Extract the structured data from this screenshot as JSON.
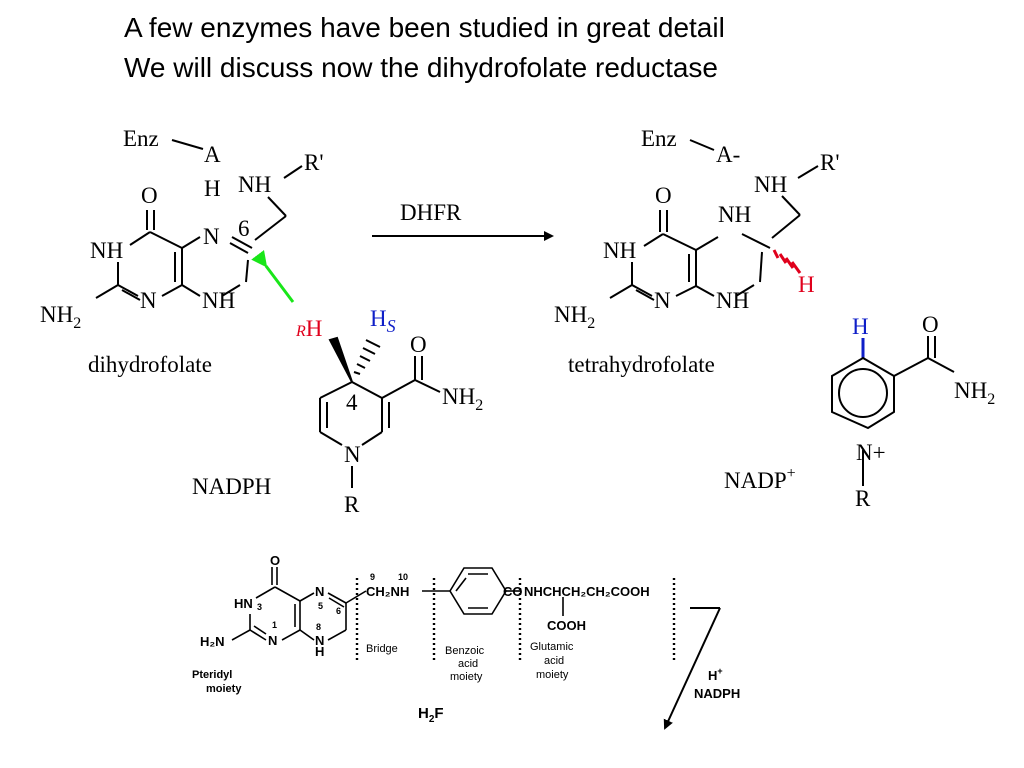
{
  "heading": {
    "line1": "A few enzymes have been studied in great detail",
    "line2": "We will discuss now the dihydrofolate reductase"
  },
  "reaction": {
    "arrow_label": "DHFR",
    "dihydrofolate": {
      "name": "dihydrofolate",
      "enz": "Enz",
      "acid_atom": "A",
      "acid_h": "H",
      "amine_nh": "NH",
      "r_prime": "R'",
      "carbonyl_o": "O",
      "n3h": "NH",
      "n5": "N",
      "c6_label": "6",
      "amine_group": "NH",
      "amine_sub": "2",
      "n1": "N",
      "n8h": "NH"
    },
    "nadph": {
      "name": "NADPH",
      "hr_prefix": "R",
      "hr_h": "H",
      "hs_h": "H",
      "hs_suffix": "S",
      "c4_label": "4",
      "carbonyl_o": "O",
      "amide": "NH",
      "amide_sub": "2",
      "ring_n": "N",
      "ring_r": "R"
    },
    "tetrahydrofolate": {
      "name": "tetrahydrofolate",
      "enz": "Enz",
      "acid_atom": "A-",
      "amine_nh": "NH",
      "r_prime": "R'",
      "carbonyl_o": "O",
      "n3h": "NH",
      "n5h": "NH",
      "new_h": "H",
      "amine_group": "NH",
      "amine_sub": "2",
      "n1": "N",
      "n8h": "NH"
    },
    "nadp": {
      "name": "NADP",
      "name_sup": "+",
      "top_h": "H",
      "carbonyl_o": "O",
      "amide": "NH",
      "amide_sub": "2",
      "ring_n": "N+",
      "ring_r": "R"
    }
  },
  "h2f_structure": {
    "atoms": {
      "o": "O",
      "hn": "HN",
      "h2n": "H₂N",
      "n1": "N",
      "n5": "N",
      "n8": "N",
      "h8": "H",
      "ch2nh": "CH₂NH",
      "co": "CO",
      "glu_chain": "NHCHCH₂CH₂COOH",
      "cooh": "COOH"
    },
    "numbers": {
      "n3": "3",
      "n1": "1",
      "n5": "5",
      "n6": "6",
      "n8": "8",
      "n9": "9",
      "n10": "10"
    },
    "labels": {
      "pteridyl_1": "Pteridyl",
      "pteridyl_2": "moiety",
      "bridge": "Bridge",
      "benzoic_1": "Benzoic",
      "benzoic_2": "acid",
      "benzoic_3": "moiety",
      "glutamic_1": "Glutamic",
      "glutamic_2": "acid",
      "glutamic_3": "moiety"
    },
    "name_main": "H",
    "name_sub": "2",
    "name_end": "F",
    "reagent_h": "H",
    "reagent_h_sup": "+",
    "reagent_nadph": "NADPH"
  },
  "colors": {
    "green_arrow": "#19e619",
    "red_h": "#e0001c",
    "blue_h": "#0f1fc8"
  }
}
